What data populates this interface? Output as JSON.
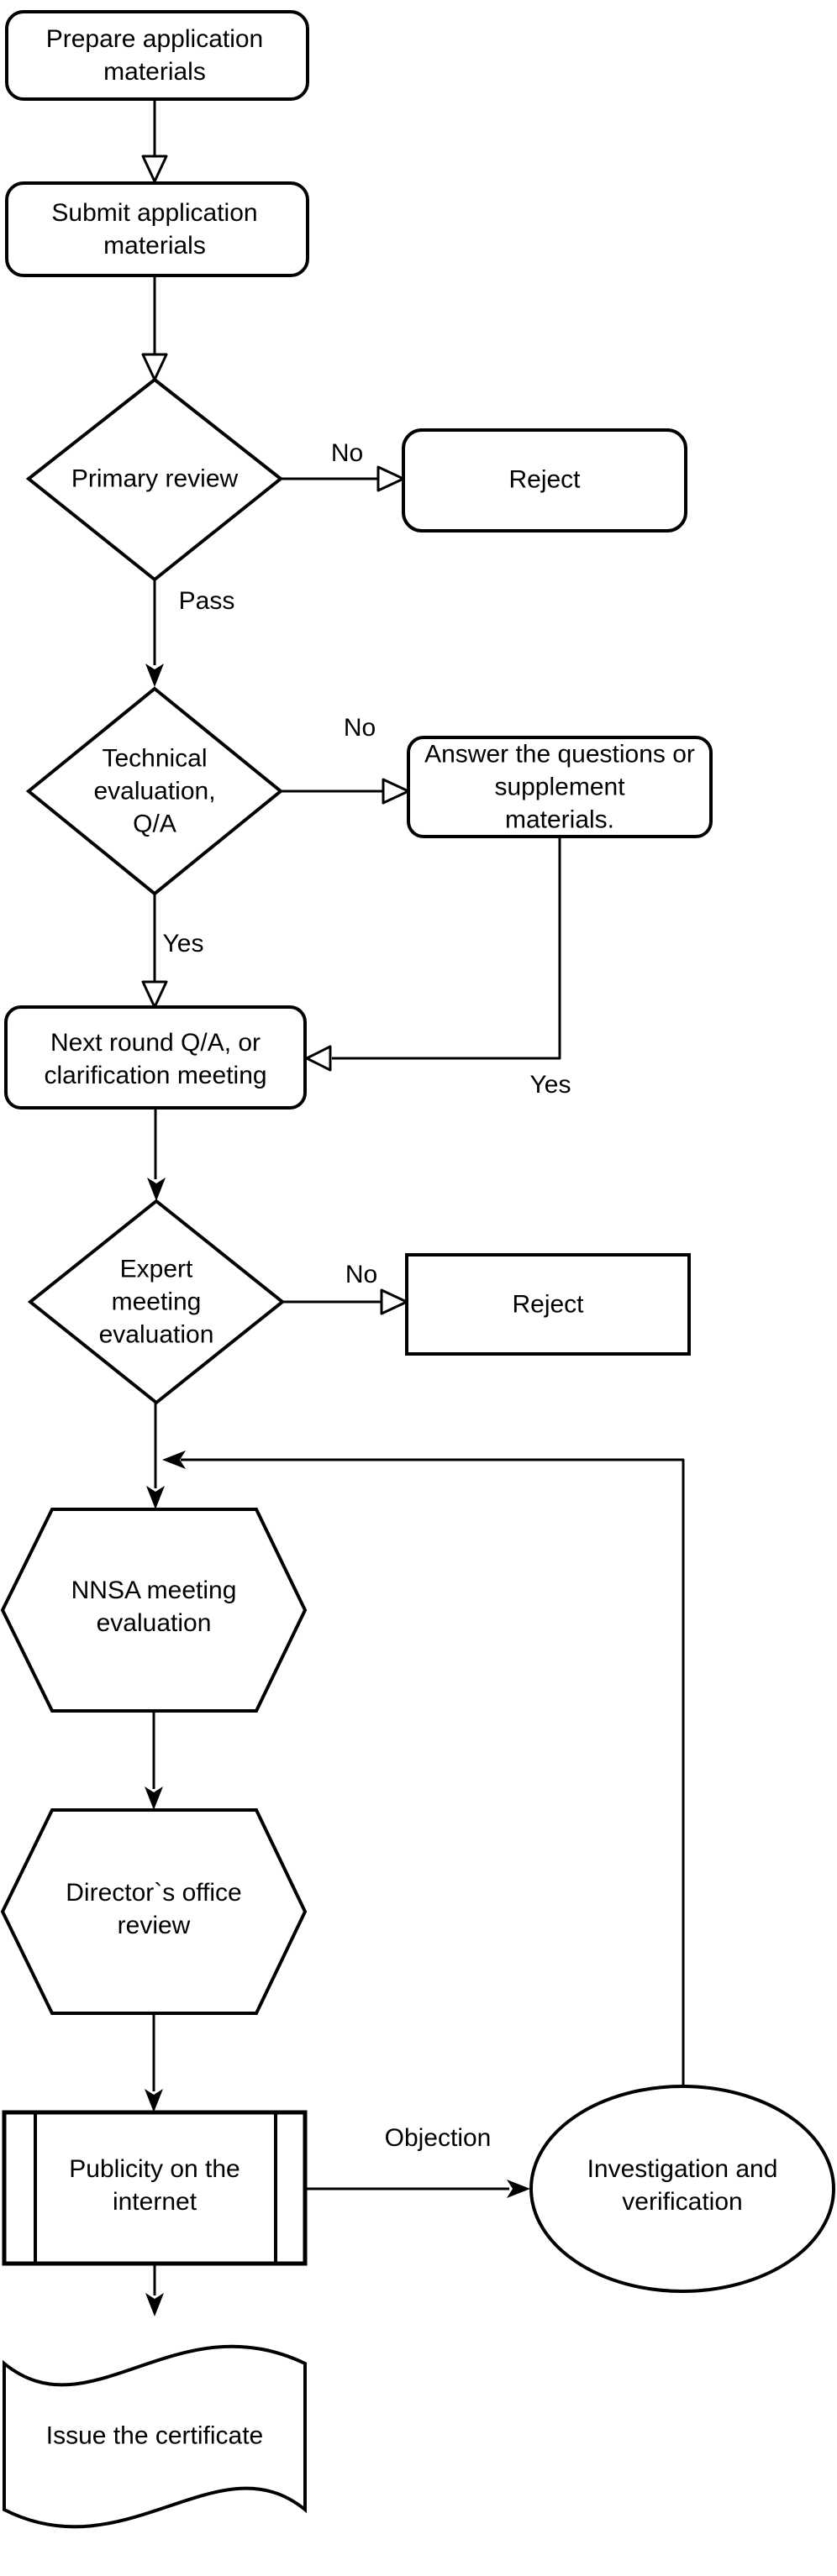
{
  "nodes": {
    "prepare": {
      "type": "rounded-rect",
      "label": "Prepare application\nmaterials"
    },
    "submit": {
      "type": "rounded-rect",
      "label": "Submit application\nmaterials"
    },
    "primary_review": {
      "type": "decision-diamond",
      "label": "Primary review"
    },
    "reject_primary": {
      "type": "rounded-rect",
      "label": "Reject"
    },
    "technical_evaluation": {
      "type": "decision-diamond",
      "label": "Technical\nevaluation,\nQ/A"
    },
    "answer_supplement": {
      "type": "rounded-rect",
      "label": "Answer the questions or\nsupplement\nmaterials."
    },
    "next_round": {
      "type": "rounded-rect",
      "label": "Next round Q/A, or\nclarification meeting"
    },
    "expert_meeting": {
      "type": "decision-diamond",
      "label": "Expert\nmeeting\nevaluation"
    },
    "reject_expert": {
      "type": "rectangle",
      "label": "Reject"
    },
    "nnsa_meeting": {
      "type": "hexagon",
      "label": "NNSA meeting\nevaluation"
    },
    "directors_office": {
      "type": "hexagon",
      "label": "Director`s office\nreview"
    },
    "publicity": {
      "type": "predefined-process",
      "label": "Publicity on the\ninternet"
    },
    "investigation": {
      "type": "ellipse",
      "label": "Investigation and\nverification"
    },
    "issue_certificate": {
      "type": "tape",
      "label": "Issue the certificate"
    }
  },
  "edge_labels": {
    "primary_no": "No",
    "primary_pass": "Pass",
    "technical_no": "No",
    "technical_yes": "Yes",
    "answer_return_yes": "Yes",
    "expert_no": "No",
    "objection": "Objection"
  },
  "colors": {
    "stroke": "#000000",
    "fill": "#ffffff",
    "background": "#ffffff"
  }
}
